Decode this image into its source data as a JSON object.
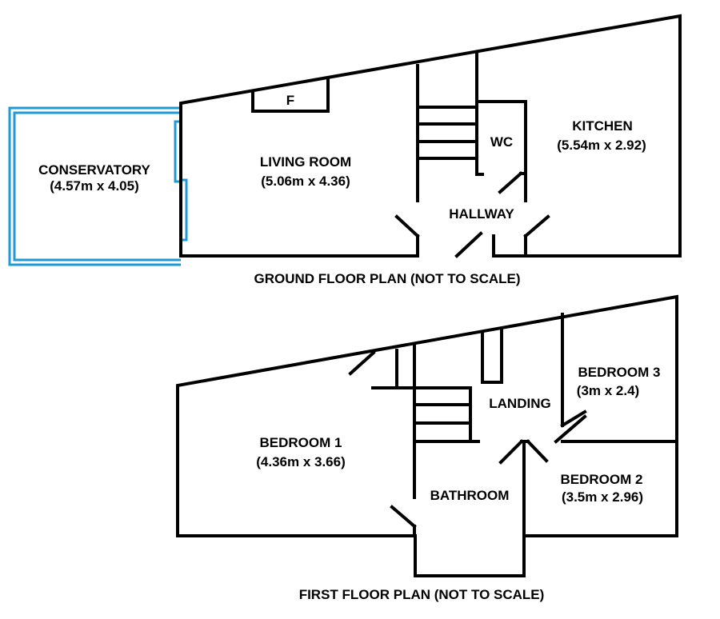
{
  "ground_floor": {
    "caption": "GROUND FLOOR PLAN (NOT TO SCALE)",
    "rooms": {
      "conservatory": {
        "name": "CONSERVATORY",
        "size": "(4.57m x 4.05)"
      },
      "living_room": {
        "name": "LIVING ROOM",
        "size": "(5.06m x 4.36)"
      },
      "fireplace": {
        "name": "F"
      },
      "wc": {
        "name": "WC"
      },
      "kitchen": {
        "name": "KITCHEN",
        "size": "(5.54m x 2.92)"
      },
      "hallway": {
        "name": "HALLWAY"
      }
    },
    "accent_color": "#1e9ad6"
  },
  "first_floor": {
    "caption": "FIRST FLOOR PLAN (NOT TO SCALE)",
    "rooms": {
      "bedroom1": {
        "name": "BEDROOM 1",
        "size": "(4.36m x 3.66)"
      },
      "bedroom2": {
        "name": "BEDROOM 2",
        "size": "(3.5m x 2.96)"
      },
      "bedroom3": {
        "name": "BEDROOM 3",
        "size": "(3m x 2.4)"
      },
      "landing": {
        "name": "LANDING"
      },
      "bathroom": {
        "name": "BATHROOM"
      }
    }
  }
}
